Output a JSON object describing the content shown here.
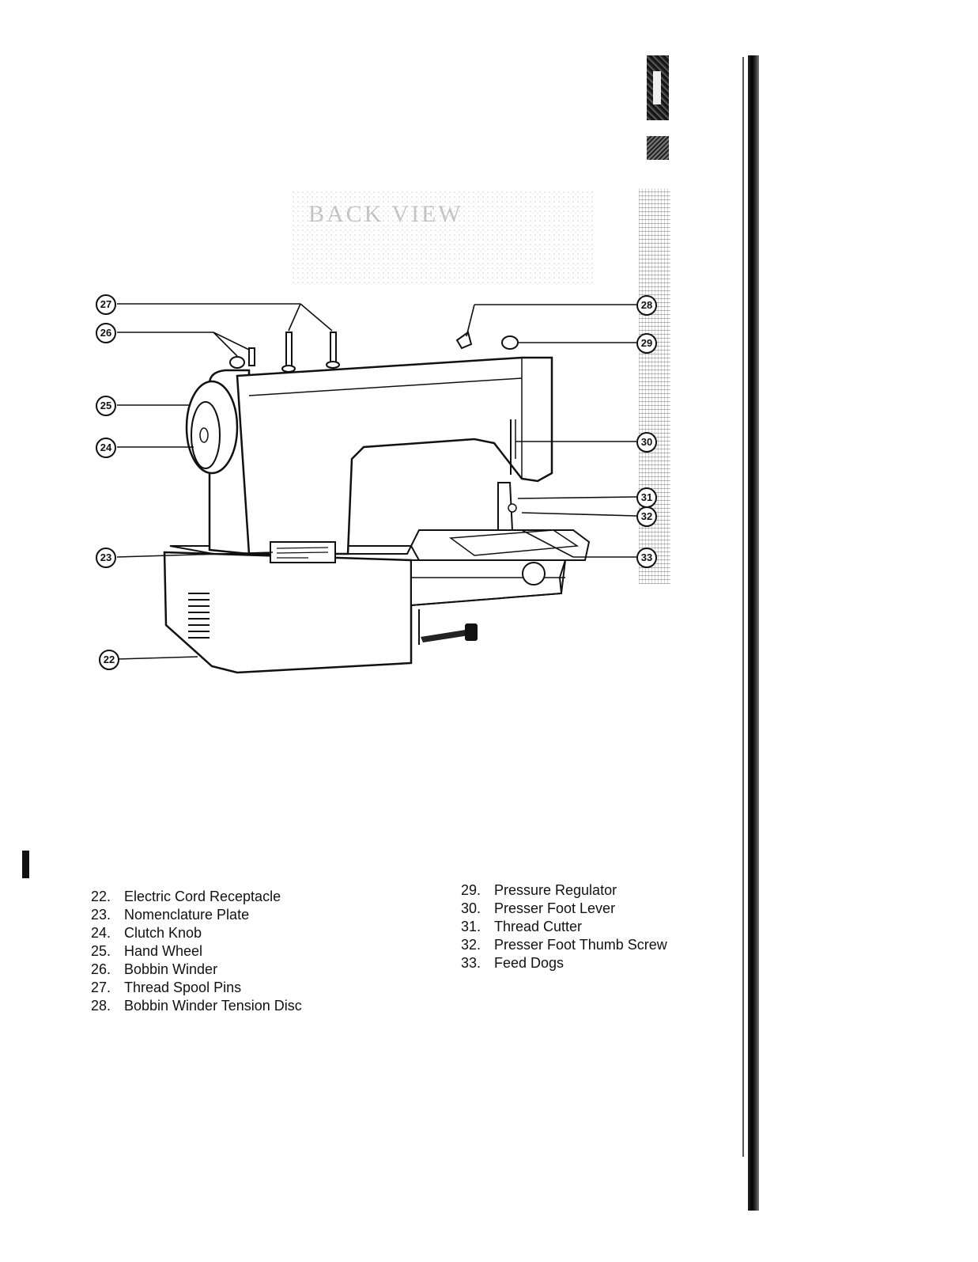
{
  "figure": {
    "heading": "BACK VIEW",
    "callouts": [
      "27",
      "26",
      "25",
      "24",
      "23",
      "22",
      "28",
      "29",
      "30",
      "31",
      "32",
      "33"
    ]
  },
  "legend_left": [
    {
      "num": "22.",
      "label": "Electric Cord Receptacle"
    },
    {
      "num": "23.",
      "label": "Nomenclature Plate"
    },
    {
      "num": "24.",
      "label": "Clutch Knob"
    },
    {
      "num": "25.",
      "label": "Hand Wheel"
    },
    {
      "num": "26.",
      "label": "Bobbin Winder"
    },
    {
      "num": "27.",
      "label": "Thread Spool Pins"
    },
    {
      "num": "28.",
      "label": "Bobbin Winder Tension Disc"
    }
  ],
  "legend_right": [
    {
      "num": "29.",
      "label": "Pressure Regulator"
    },
    {
      "num": "30.",
      "label": "Presser Foot Lever"
    },
    {
      "num": "31.",
      "label": "Thread Cutter"
    },
    {
      "num": "32.",
      "label": "Presser Foot Thumb Screw"
    },
    {
      "num": "33.",
      "label": "Feed Dogs"
    }
  ],
  "tab_label": "1"
}
